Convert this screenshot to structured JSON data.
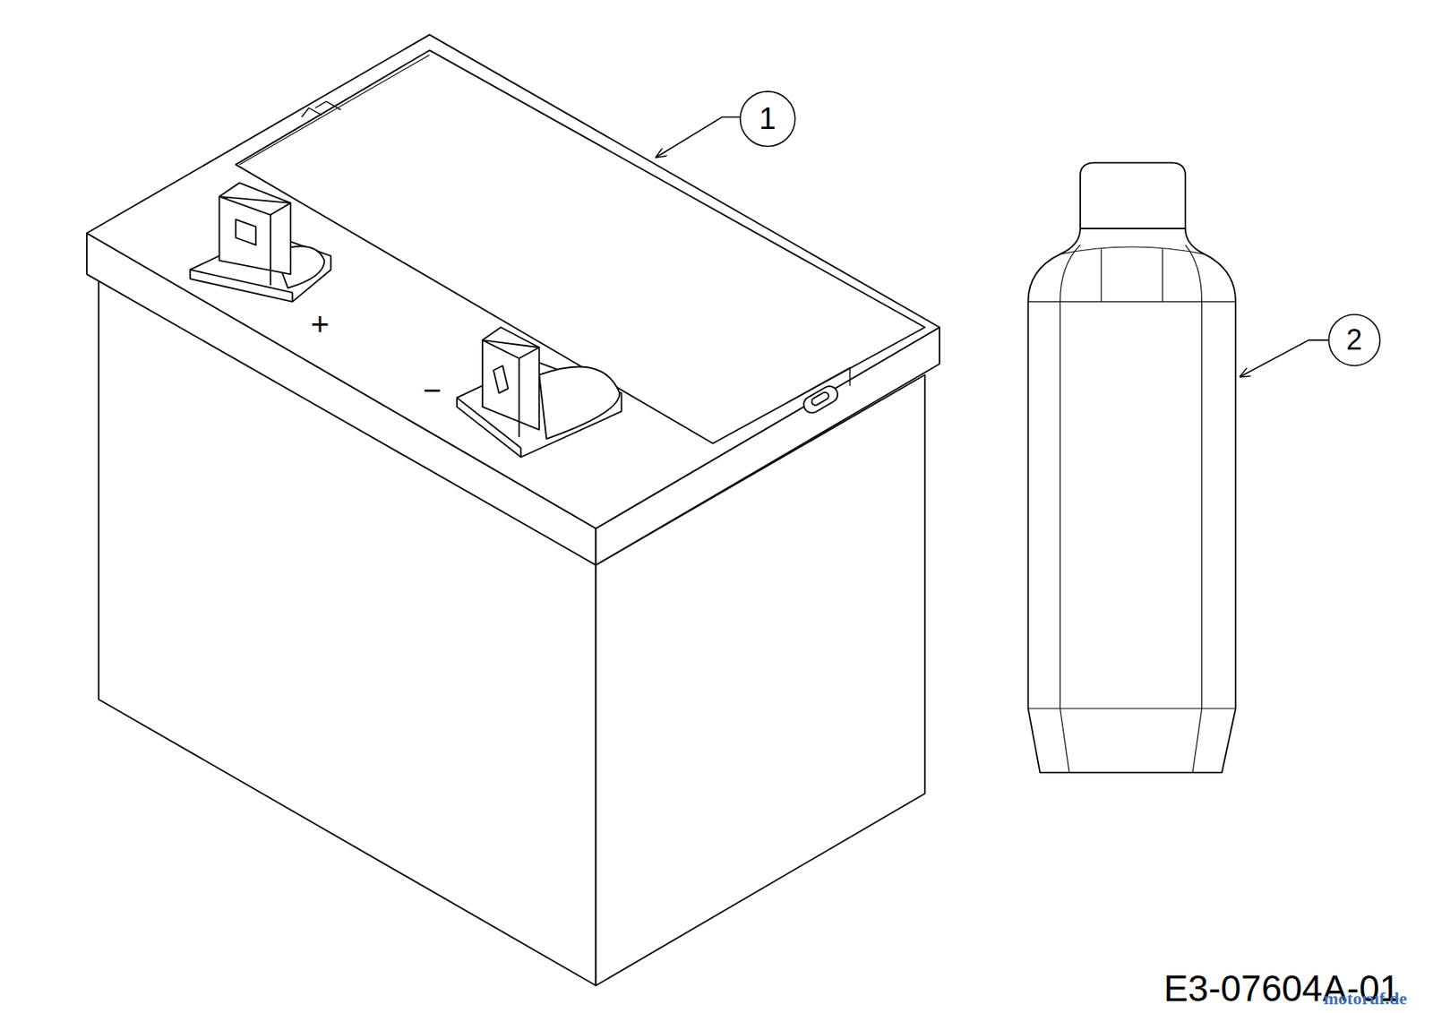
{
  "diagram": {
    "labels": [
      "1",
      "2",
      "+",
      "−",
      "E3-07604A-01",
      "motoruf.de"
    ]
  }
}
